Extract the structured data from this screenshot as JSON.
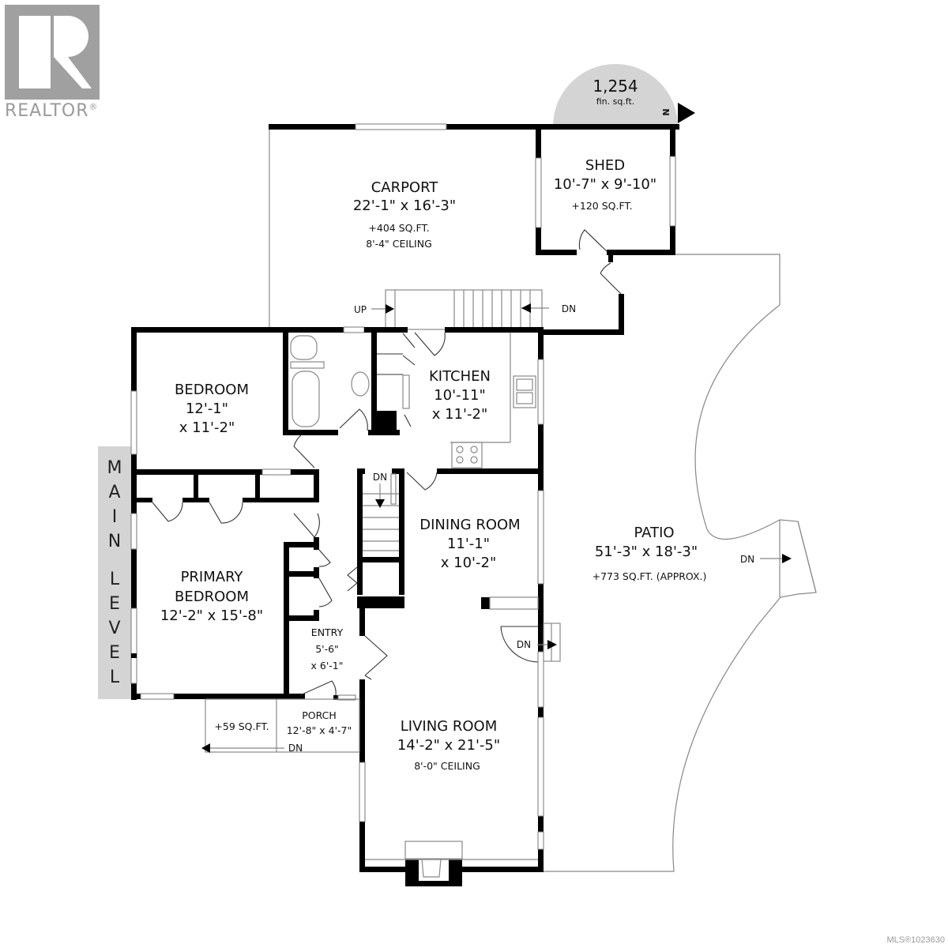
{
  "logo": {
    "brand": "REALTOR",
    "mark": "®",
    "icon": "realtor-r-icon",
    "color": "#a0a0a0"
  },
  "badge": {
    "area_value": "1,254",
    "area_unit": "fin. sq.ft.",
    "compass_label": "N",
    "color": "#d4d4d4"
  },
  "level_label": {
    "text": "MAIN LEVEL",
    "letters": [
      "M",
      "A",
      "I",
      "N",
      "",
      "L",
      "E",
      "V",
      "E",
      "L"
    ]
  },
  "rooms": {
    "carport": {
      "name": "CARPORT",
      "dims": "22'-1\" x 16'-3\"",
      "area": "+404 SQ.FT.",
      "ceiling": "8'-4\" CEILING"
    },
    "shed": {
      "name": "SHED",
      "dims": "10'-7\" x 9'-10\"",
      "area": "+120 SQ.FT."
    },
    "kitchen": {
      "name": "KITCHEN",
      "dims_1": "10'-11\"",
      "dims_2": "x 11'-2\""
    },
    "bedroom": {
      "name": "BEDROOM",
      "dims_1": "12'-1\"",
      "dims_2": "x 11'-2\""
    },
    "primary_bedroom": {
      "name_1": "PRIMARY",
      "name_2": "BEDROOM",
      "dims": "12'-2\" x 15'-8\""
    },
    "dining_room": {
      "name": "DINING ROOM",
      "dims_1": "11'-1\"",
      "dims_2": "x 10'-2\""
    },
    "entry": {
      "name": "ENTRY",
      "dims_1": "5'-6\"",
      "dims_2": "x 6'-1\""
    },
    "porch": {
      "name": "PORCH",
      "dims": "12'-8\" x 4'-7\"",
      "area": "+59 SQ.FT."
    },
    "living_room": {
      "name": "LIVING ROOM",
      "dims": "14'-2\" x 21'-5\"",
      "ceiling": "8'-0\" CEILING"
    },
    "patio": {
      "name": "PATIO",
      "dims": "51'-3\" x 18'-3\"",
      "area": "+773 SQ.FT. (APPROX.)"
    }
  },
  "stair_labels": {
    "carport_up": "UP",
    "carport_dn": "DN",
    "interior_dn": "DN",
    "dining_dn": "DN",
    "porch_dn": "DN",
    "patio_dn": "DN"
  },
  "footer": {
    "mls": "MLS®1023630"
  }
}
